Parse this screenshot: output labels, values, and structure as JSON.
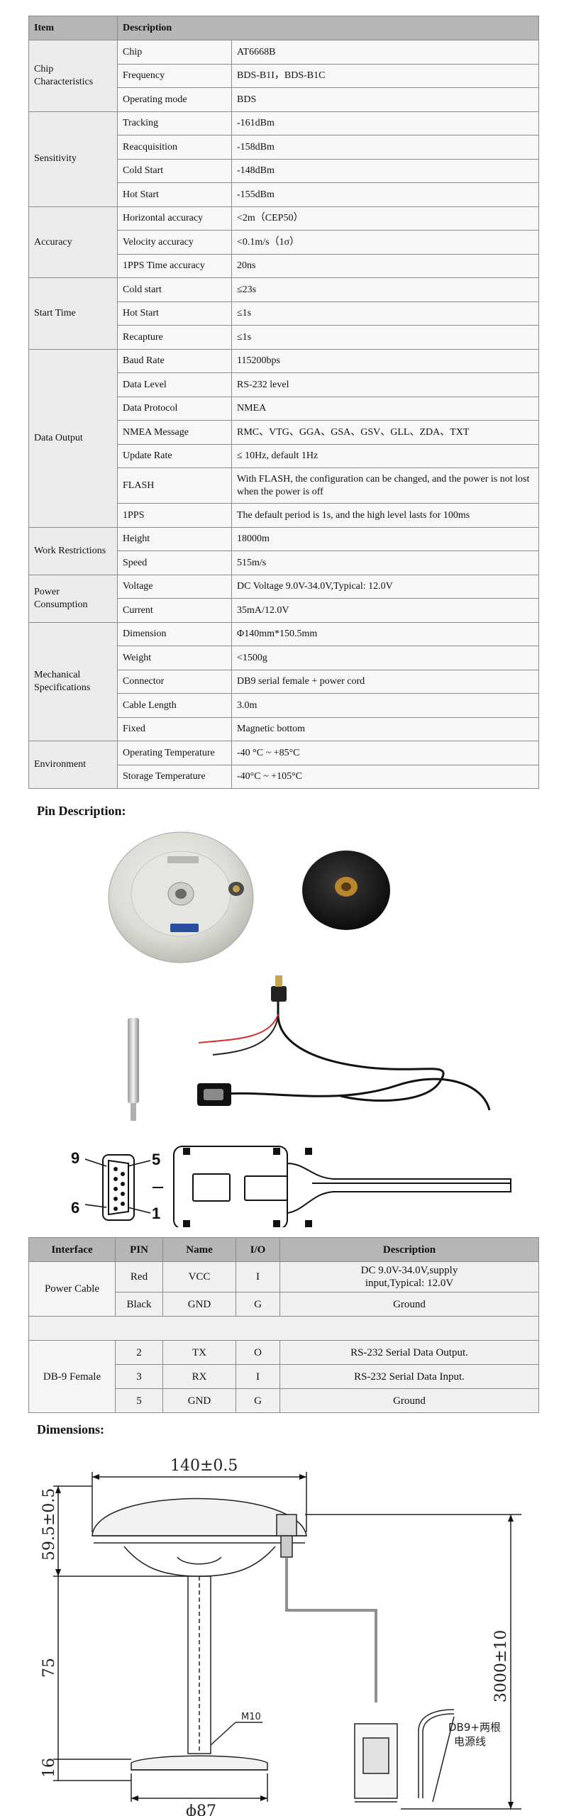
{
  "specs": {
    "col_item": "Item",
    "col_desc": "Description",
    "groups": [
      {
        "name": "Chip Characteristics",
        "rows": [
          [
            "Chip",
            "AT6668B"
          ],
          [
            "Frequency",
            "BDS-B1I，BDS-B1C"
          ],
          [
            "Operating mode",
            "BDS"
          ]
        ]
      },
      {
        "name": "Sensitivity",
        "rows": [
          [
            "Tracking",
            "-161dBm"
          ],
          [
            "Reacquisition",
            "-158dBm"
          ],
          [
            "Cold Start",
            "-148dBm"
          ],
          [
            "Hot Start",
            "-155dBm"
          ]
        ]
      },
      {
        "name": "Accuracy",
        "rows": [
          [
            "Horizontal accuracy",
            "<2m（CEP50）"
          ],
          [
            "Velocity accuracy",
            "<0.1m/s（1σ）"
          ],
          [
            "1PPS Time accuracy",
            "20ns"
          ]
        ]
      },
      {
        "name": "Start Time",
        "rows": [
          [
            "Cold start",
            "≤23s"
          ],
          [
            "Hot Start",
            "≤1s"
          ],
          [
            "Recapture",
            "≤1s"
          ]
        ]
      },
      {
        "name": "Data Output",
        "rows": [
          [
            "Baud Rate",
            "115200bps"
          ],
          [
            "Data Level",
            "RS-232 level"
          ],
          [
            "Data Protocol",
            "NMEA"
          ],
          [
            "NMEA Message",
            "RMC、VTG、GGA、GSA、GSV、GLL、ZDA、TXT"
          ],
          [
            "Update Rate",
            "≤ 10Hz, default 1Hz"
          ],
          [
            "FLASH",
            "With FLASH, the configuration can be changed, and the power is not lost when the power is off"
          ],
          [
            "1PPS",
            "The default period is 1s, and the high level lasts for 100ms"
          ]
        ]
      },
      {
        "name": "Work Restrictions",
        "rows": [
          [
            "Height",
            "18000m"
          ],
          [
            "Speed",
            "515m/s"
          ]
        ]
      },
      {
        "name": "Power Consumption",
        "rows": [
          [
            "Voltage",
            "DC Voltage 9.0V-34.0V,Typical: 12.0V"
          ],
          [
            "Current",
            "35mA/12.0V"
          ]
        ]
      },
      {
        "name": "Mechanical Specifications",
        "rows": [
          [
            "Dimension",
            "Φ140mm*150.5mm"
          ],
          [
            "Weight",
            "<1500g"
          ],
          [
            "Connector",
            "DB9 serial female + power cord"
          ],
          [
            "Cable Length",
            "3.0m"
          ],
          [
            "Fixed",
            "Magnetic bottom"
          ]
        ]
      },
      {
        "name": "Environment",
        "rows": [
          [
            "Operating Temperature",
            "-40 °C ~ +85°C"
          ],
          [
            "Storage Temperature",
            "-40°C ~ +105°C"
          ]
        ]
      }
    ]
  },
  "pin_title": "Pin Description:",
  "db9_labels": {
    "p9": "9",
    "p5": "5",
    "p6": "6",
    "p1": "1"
  },
  "pins": {
    "headers": [
      "Interface",
      "PIN",
      "Name",
      "I/O",
      "Description"
    ],
    "power_group": "Power Cable",
    "power_rows": [
      [
        "Red",
        "VCC",
        "I",
        "DC 9.0V-34.0V,supply input,Typical: 12.0V"
      ],
      [
        "Black",
        "GND",
        "G",
        "Ground"
      ]
    ],
    "db9_group": "DB-9 Female",
    "db9_rows": [
      [
        "2",
        "TX",
        "O",
        "RS-232 Serial Data Output."
      ],
      [
        "3",
        "RX",
        "I",
        "RS-232 Serial Data Input."
      ],
      [
        "5",
        "GND",
        "G",
        "Ground"
      ]
    ]
  },
  "dim_title": "Dimensions:",
  "dims": {
    "width": "140±0.5",
    "height": "59.5±0.5",
    "stem": "75",
    "base": "16",
    "diameter": "ϕ87",
    "thread": "M10",
    "cable": "3000±10",
    "connector_l1": "DB9+两根",
    "connector_l2": "电源线"
  }
}
